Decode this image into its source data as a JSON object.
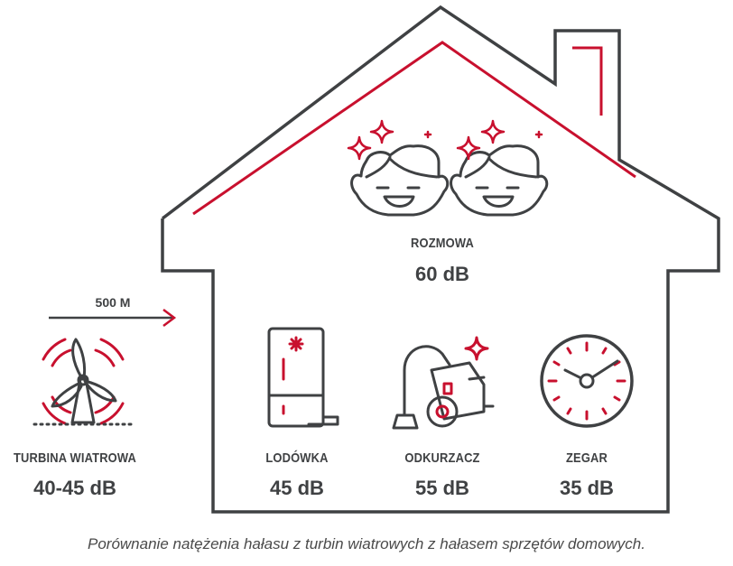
{
  "distance_label": "500 M",
  "items": {
    "rozmowa": {
      "name": "ROZMOWA",
      "value": "60 dB",
      "icon": "two-faces-icon"
    },
    "turbina": {
      "name": "TURBINA WIATROWA",
      "value": "40-45 dB",
      "icon": "wind-turbine-icon"
    },
    "lodowka": {
      "name": "LODÓWKA",
      "value": "45 dB",
      "icon": "fridge-icon"
    },
    "odkurzacz": {
      "name": "ODKURZACZ",
      "value": "55 dB",
      "icon": "vacuum-cleaner-icon"
    },
    "zegar": {
      "name": "ZEGAR",
      "value": "35 dB",
      "icon": "clock-icon"
    }
  },
  "caption": "Porównanie natężenia hałasu z turbin wiatrowych z hałasem sprzętów domowych.",
  "colors": {
    "outline": "#3f4143",
    "accent": "#c8102e"
  }
}
